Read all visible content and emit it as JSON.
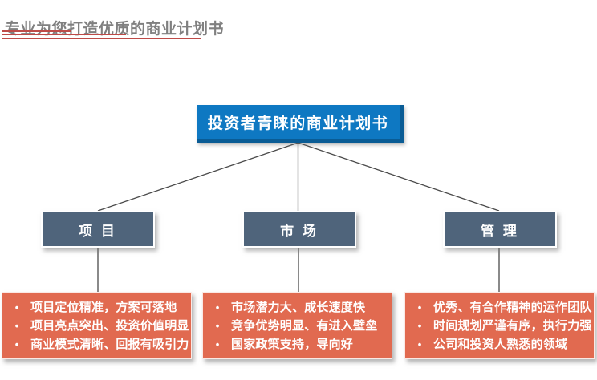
{
  "title": {
    "text": "专业为您打造优质的商业计划书"
  },
  "diagram": {
    "root_label": "投资者青睐的商业计划书",
    "bullet_char": "•",
    "branches": [
      {
        "label": "项 目",
        "items": [
          "项目定位精准，方案可落地",
          "项目亮点突出、投资价值明显",
          "商业模式清晰、回报有吸引力"
        ]
      },
      {
        "label": "市 场",
        "items": [
          "市场潜力大、成长速度快",
          "竞争优势明显、有进入壁垒",
          "国家政策支持，导向好"
        ]
      },
      {
        "label": "管 理",
        "items": [
          "优秀、有合作精神的运作团队",
          "时间规划严谨有序，执行力强",
          "公司和投资人熟悉的领域"
        ]
      }
    ]
  },
  "colors": {
    "title_gray": "#808080",
    "underline_red": "#BE4B48",
    "root_blue": "#0E78C2",
    "root_blue_dark": "#0A5C95",
    "branch_slate": "#4F647B",
    "leaf_orange": "#E16A50",
    "connector_gray": "#4A4A4A",
    "text_white": "#FFFFFF"
  }
}
